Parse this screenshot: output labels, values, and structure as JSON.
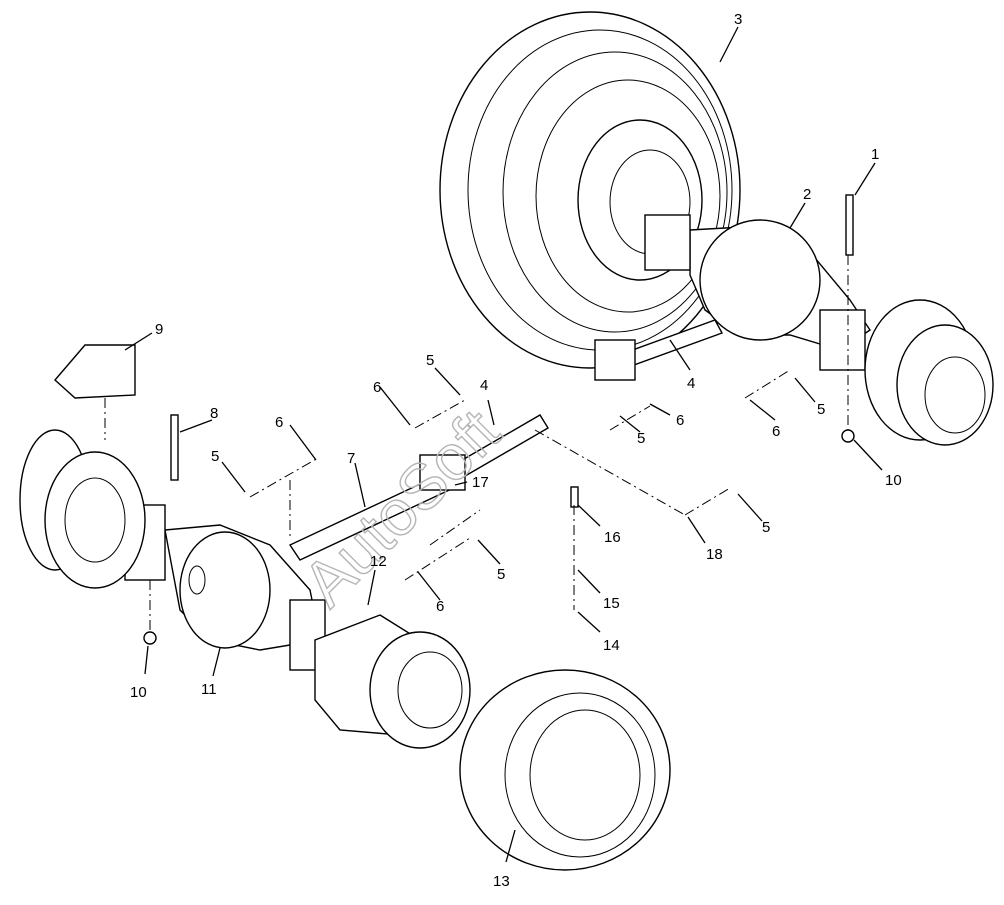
{
  "watermark": "AutoSoft",
  "callouts": [
    "1",
    "2",
    "3",
    "4",
    "4",
    "5",
    "5",
    "5",
    "5",
    "5",
    "5",
    "6",
    "6",
    "6",
    "6",
    "6",
    "7",
    "8",
    "9",
    "10",
    "10",
    "11",
    "12",
    "13",
    "14",
    "15",
    "16",
    "17",
    "18"
  ]
}
